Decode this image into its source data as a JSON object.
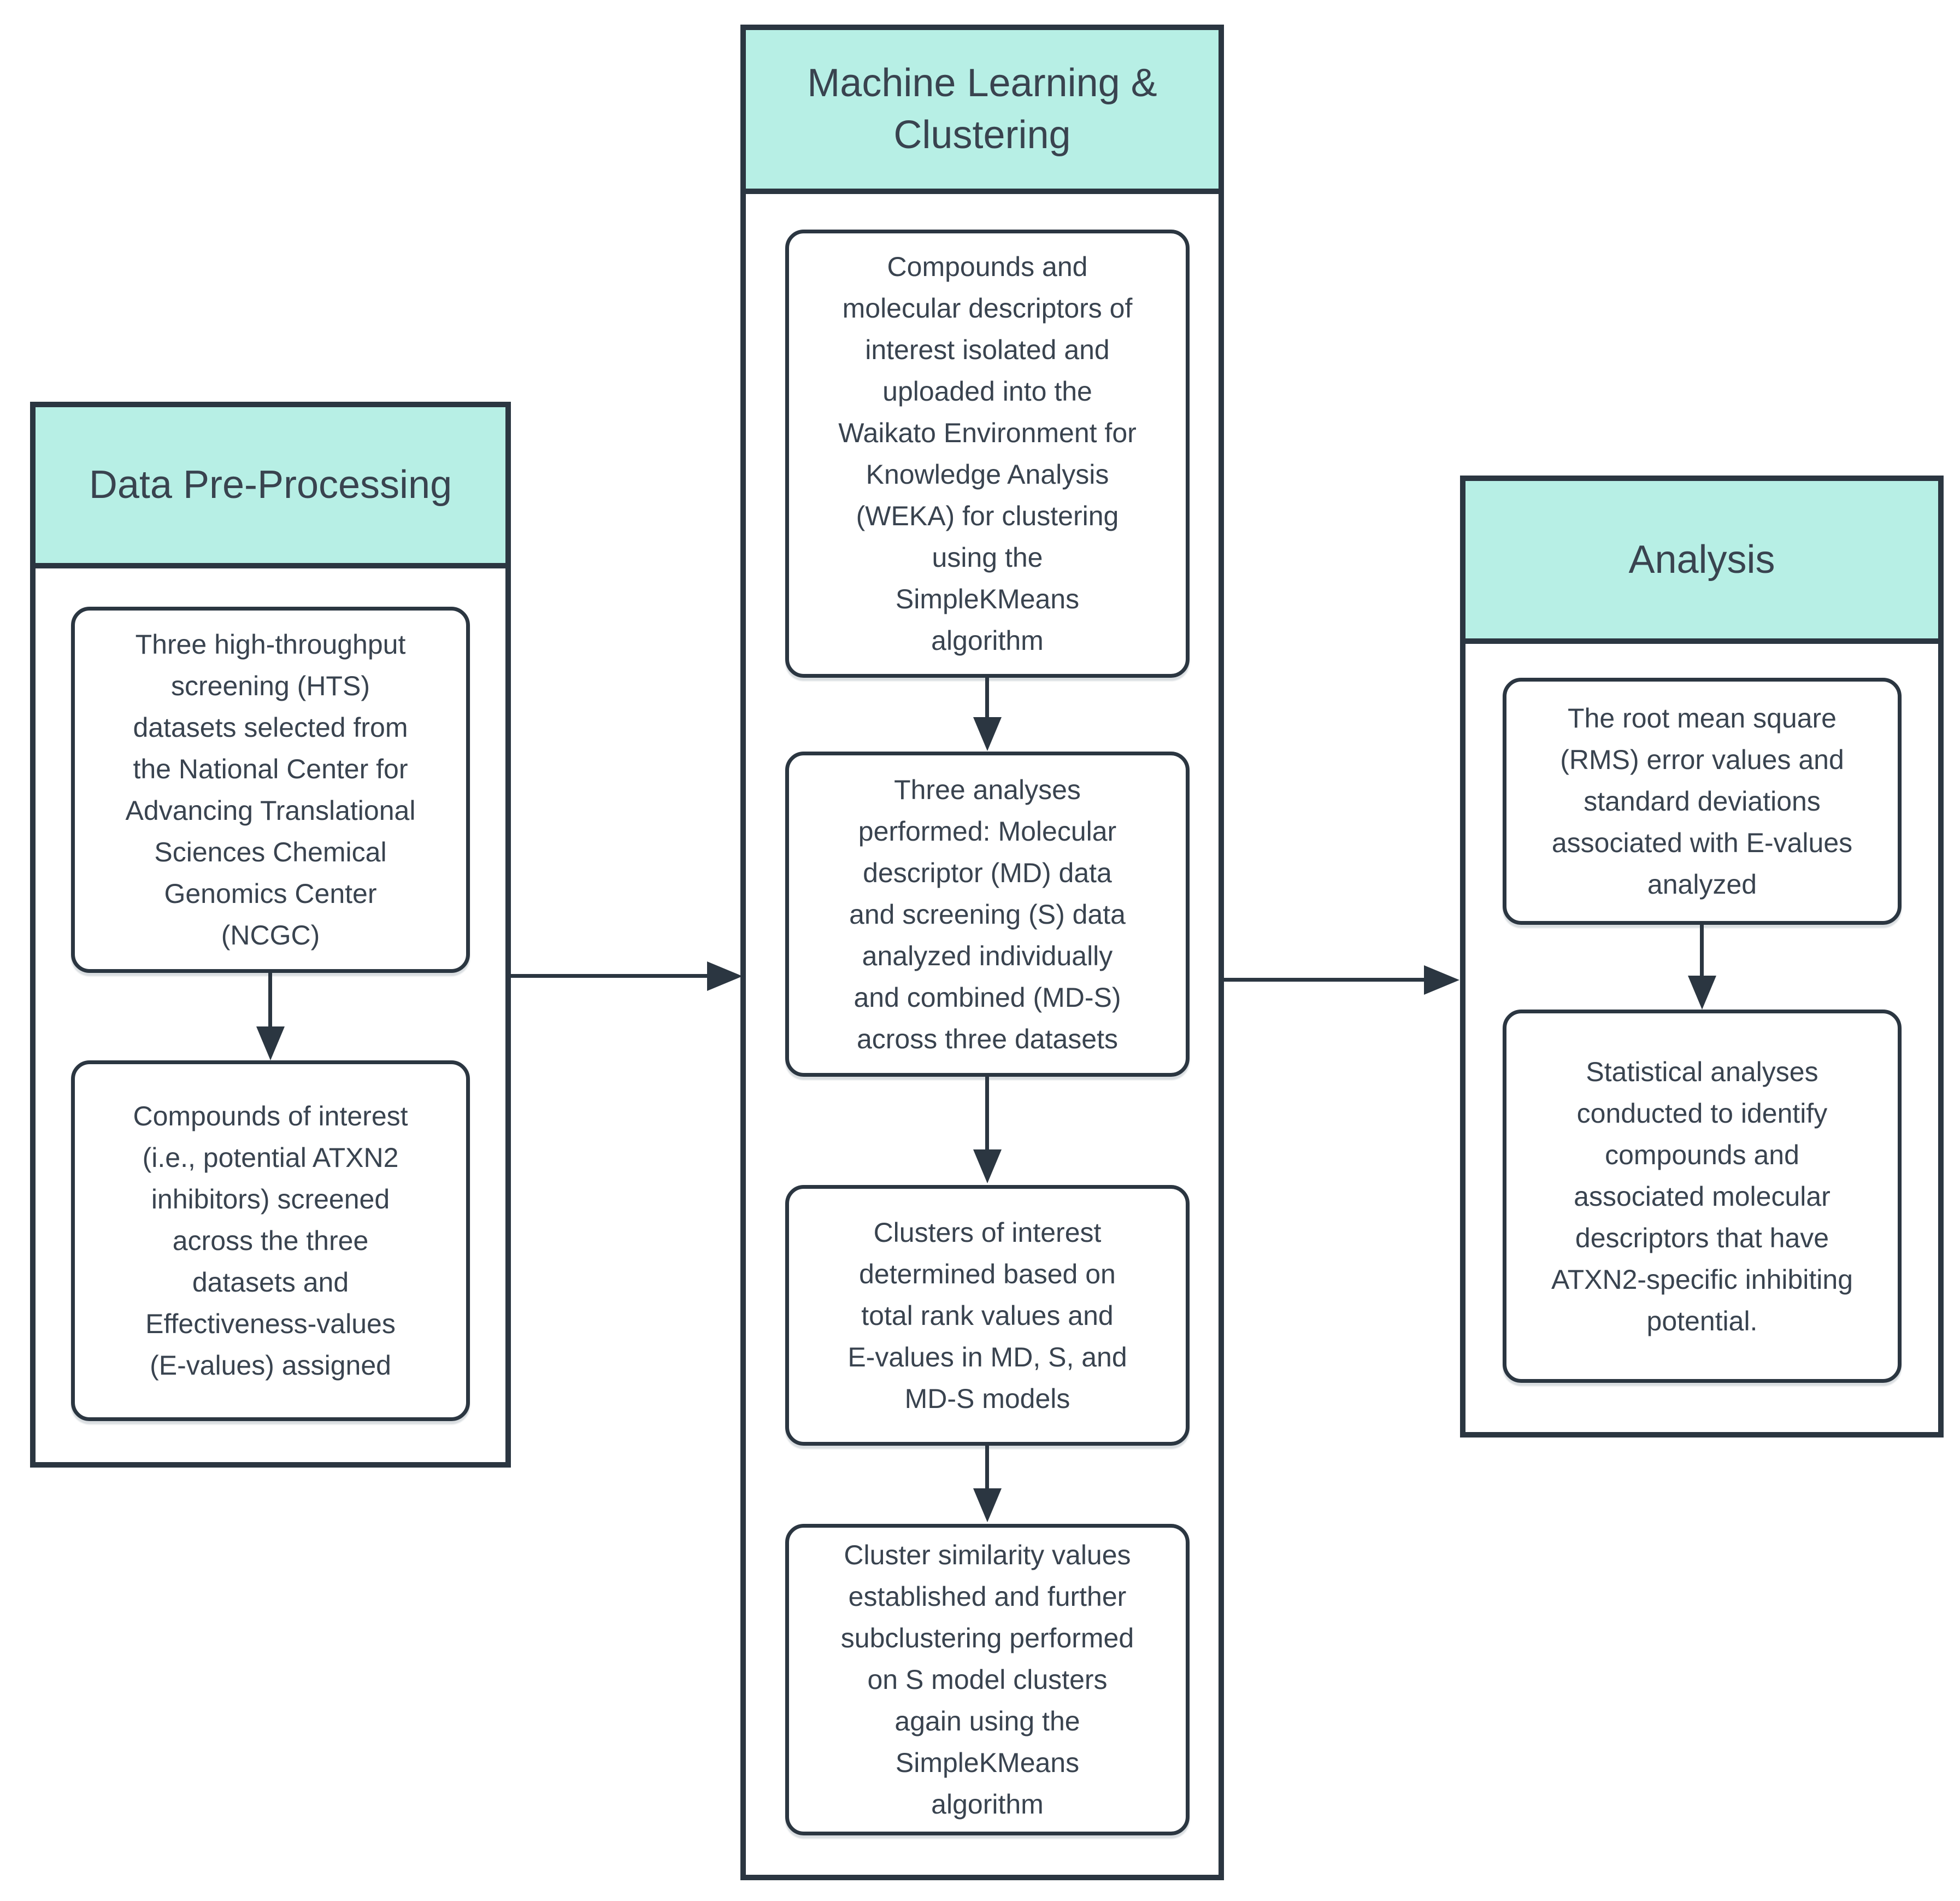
{
  "diagram": {
    "colors": {
      "header_fill": "#b7efe5",
      "border": "#2b3641",
      "text": "#39434f",
      "box_fill": "#ffffff",
      "background": "#ffffff"
    },
    "columns": [
      {
        "header": "Data Pre-Processing",
        "boxes": [
          "Three high-throughput\nscreening (HTS)\ndatasets selected from\nthe National Center for\nAdvancing Translational\nSciences Chemical\nGenomics Center\n(NCGC)",
          "Compounds of interest\n(i.e., potential ATXN2\ninhibitors) screened\nacross the three\ndatasets and\nEffectiveness-values\n(E-values) assigned"
        ]
      },
      {
        "header": "Machine Learning &\nClustering",
        "boxes": [
          "Compounds and\nmolecular descriptors of\ninterest isolated and\nuploaded into the\nWaikato Environment for\nKnowledge Analysis\n(WEKA) for clustering\nusing the\nSimpleKMeans\nalgorithm",
          "Three analyses\nperformed: Molecular\ndescriptor (MD) data\nand screening (S) data\nanalyzed individually\nand combined (MD-S)\nacross three datasets",
          "Clusters of interest\ndetermined based on\ntotal rank values and\nE-values in MD, S, and\nMD-S models",
          "Cluster similarity values\nestablished and further\nsubclustering performed\non S model clusters\nagain using the\nSimpleKMeans\nalgorithm"
        ]
      },
      {
        "header": "Analysis",
        "boxes": [
          "The root mean square\n(RMS) error values and\nstandard deviations\nassociated with E-values\nanalyzed",
          "Statistical analyses\nconducted to identify\ncompounds and\nassociated molecular\ndescriptors that have\nATXN2-specific inhibiting\npotential."
        ]
      }
    ]
  }
}
